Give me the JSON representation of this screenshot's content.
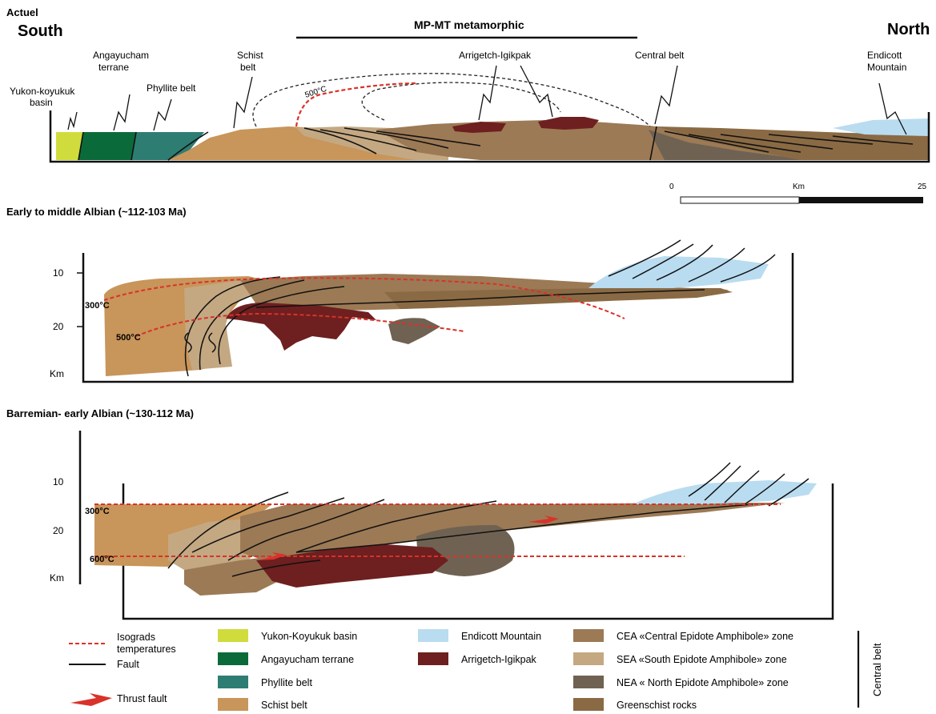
{
  "section1": {
    "corner_label": "Actuel",
    "south_label": "South",
    "north_label": "North",
    "banner_label": "MP-MT metamorphic",
    "isograd_label": "500°C",
    "callouts": {
      "yukon": [
        "Yukon-koyukuk",
        "basin"
      ],
      "angayucham": [
        "Angayucham",
        "terrane"
      ],
      "phyllite": [
        "Phyllite belt"
      ],
      "schist": [
        "Schist",
        "belt"
      ],
      "arrigetch": [
        "Arrigetch-Igikpak"
      ],
      "central": [
        "Central belt"
      ],
      "endicott": [
        "Endicott",
        "Mountain"
      ]
    },
    "scale": {
      "start": "0",
      "unit": "Km",
      "end": "25"
    }
  },
  "section2": {
    "title": "Early to middle Albian (~112-103 Ma)",
    "depth_ticks": [
      "10",
      "20",
      "Km"
    ],
    "temps": [
      "300°C",
      "500°C"
    ]
  },
  "section3": {
    "title": "Barremian- early Albian (~130-112 Ma)",
    "depth_ticks": [
      "10",
      "20",
      "Km"
    ],
    "temps": [
      "300°C",
      "600°C"
    ]
  },
  "legend": {
    "isograds": [
      "Isograds",
      "temperatures"
    ],
    "fault": "Fault",
    "thrust": "Thrust fault",
    "units": [
      {
        "label": "Yukon-Koyukuk basin",
        "color": "#cfdc3c"
      },
      {
        "label": "Angayucham terrane",
        "color": "#0b6a3a"
      },
      {
        "label": "Phyllite belt",
        "color": "#2e7d72"
      },
      {
        "label": "Schist belt",
        "color": "#c8955a"
      },
      {
        "label": "Endicott Mountain",
        "color": "#b9dcf0"
      },
      {
        "label": "Arrigetch-Igikpak",
        "color": "#6e1f1f"
      },
      {
        "label": "CEA «Central Epidote Amphibole» zone",
        "color": "#9c7a55"
      },
      {
        "label": "SEA «South Epidote Amphibole» zone",
        "color": "#c4a882"
      },
      {
        "label": "NEA « North Epidote Amphibole» zone",
        "color": "#6f6252"
      },
      {
        "label": "Greenschist rocks",
        "color": "#8a6a44"
      }
    ],
    "bracket_label": "Central belt"
  }
}
